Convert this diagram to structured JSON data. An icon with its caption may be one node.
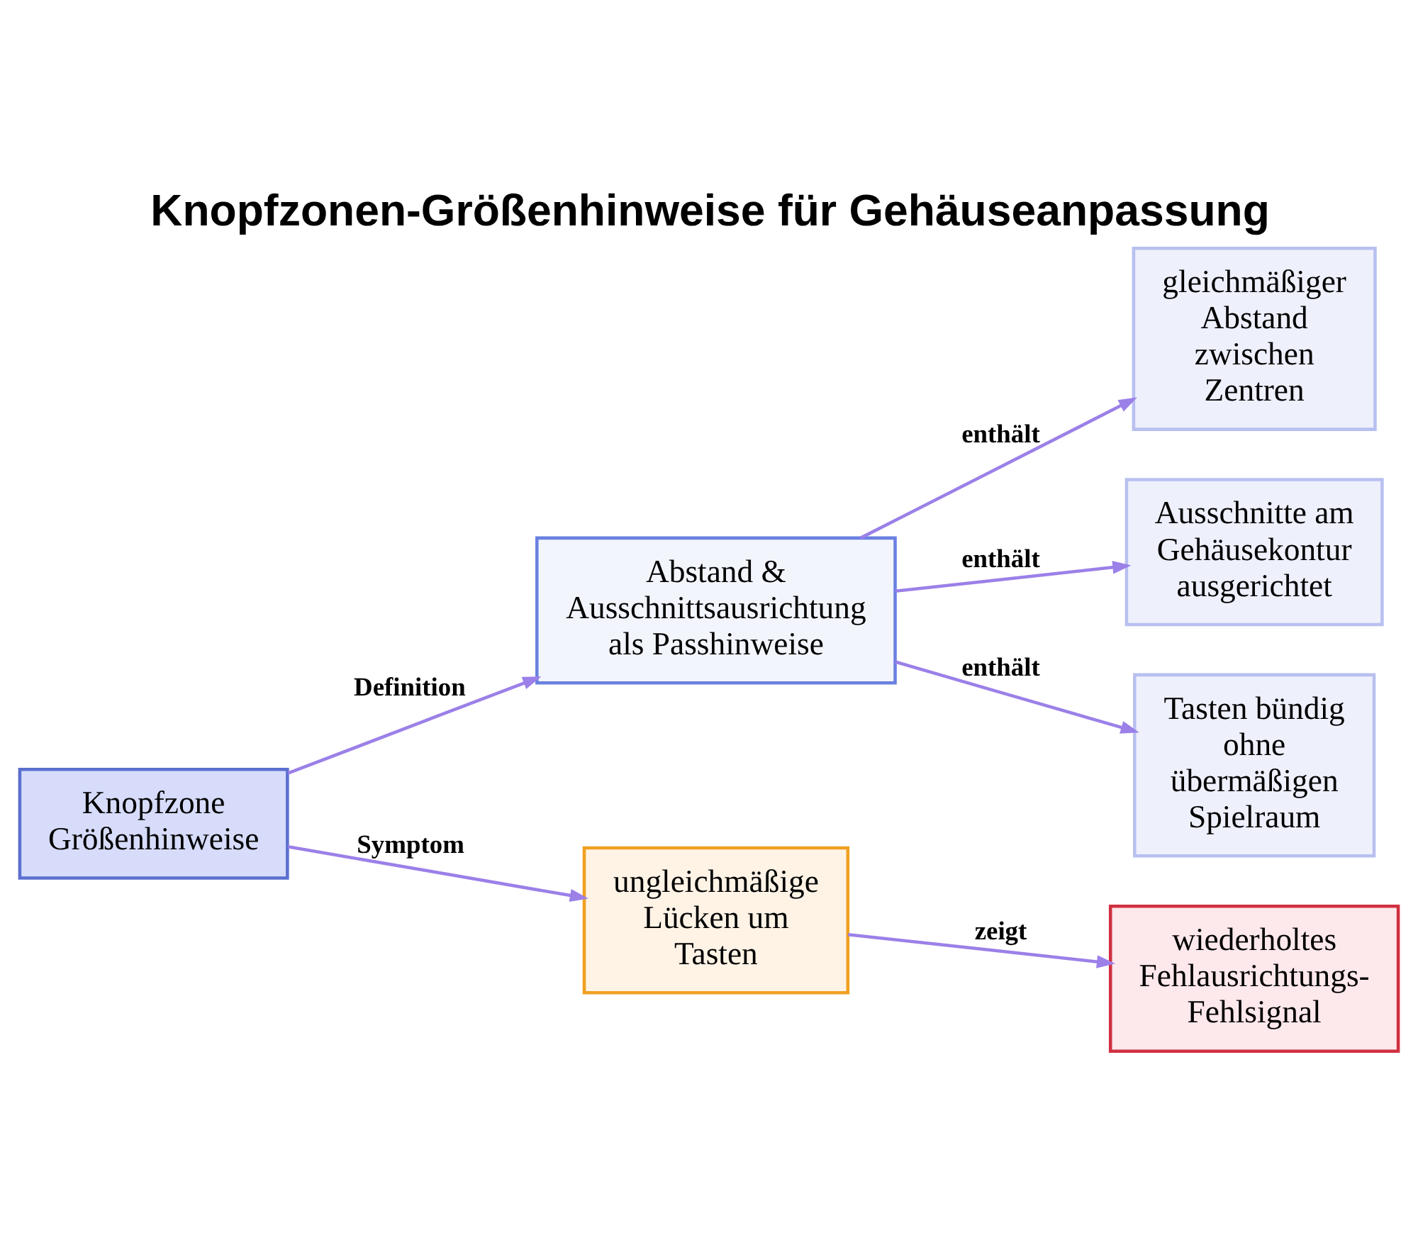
{
  "diagram": {
    "title": "Knopfzonen-Größenhinweise für Gehäuseanpassung",
    "nodes": [
      {
        "text": [
          "Knopfzone Größenhinweise"
        ]
      },
      {
        "text": [
          "Abstand & Ausschnittsausrichtung als Passhinweise"
        ]
      },
      {
        "text": [
          "gleichmäßiger Abstand zwischen Zentren"
        ]
      },
      {
        "text": [
          "Ausschnitte am Gehäusekontur ausgerichtet"
        ]
      },
      {
        "text": [
          "Tasten bündig ohne übermäßigen Spielraum"
        ]
      },
      {
        "text": [
          "ungleichmäßige Lücken um Tasten"
        ]
      },
      {
        "text": [
          "wiederholtes Fehlausrichtungs- Fehlsignal"
        ]
      }
    ],
    "edges": [
      {
        "from": 0,
        "to": 1,
        "arrow": "to",
        "label": "Definition"
      },
      {
        "from": 1,
        "to": 2,
        "arrow": "to",
        "label": "enthält"
      },
      {
        "from": 1,
        "to": 3,
        "arrow": "to",
        "label": "enthält"
      },
      {
        "from": 1,
        "to": 4,
        "arrow": "to",
        "label": "enthält"
      },
      {
        "from": 0,
        "to": 5,
        "arrow": "to",
        "label": "Symptom"
      },
      {
        "from": 5,
        "to": 6,
        "arrow": "to",
        "label": "zeigt"
      }
    ]
  }
}
